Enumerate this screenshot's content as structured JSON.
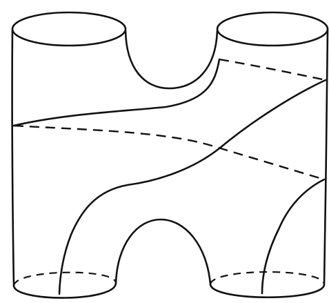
{
  "figure": {
    "type": "pair-of-pants surface (four boundary circles)",
    "ink_color": "#111111",
    "background_color": "#ffffff",
    "boundary_circles": [
      "top-left",
      "top-right",
      "bottom-left",
      "bottom-right"
    ]
  }
}
